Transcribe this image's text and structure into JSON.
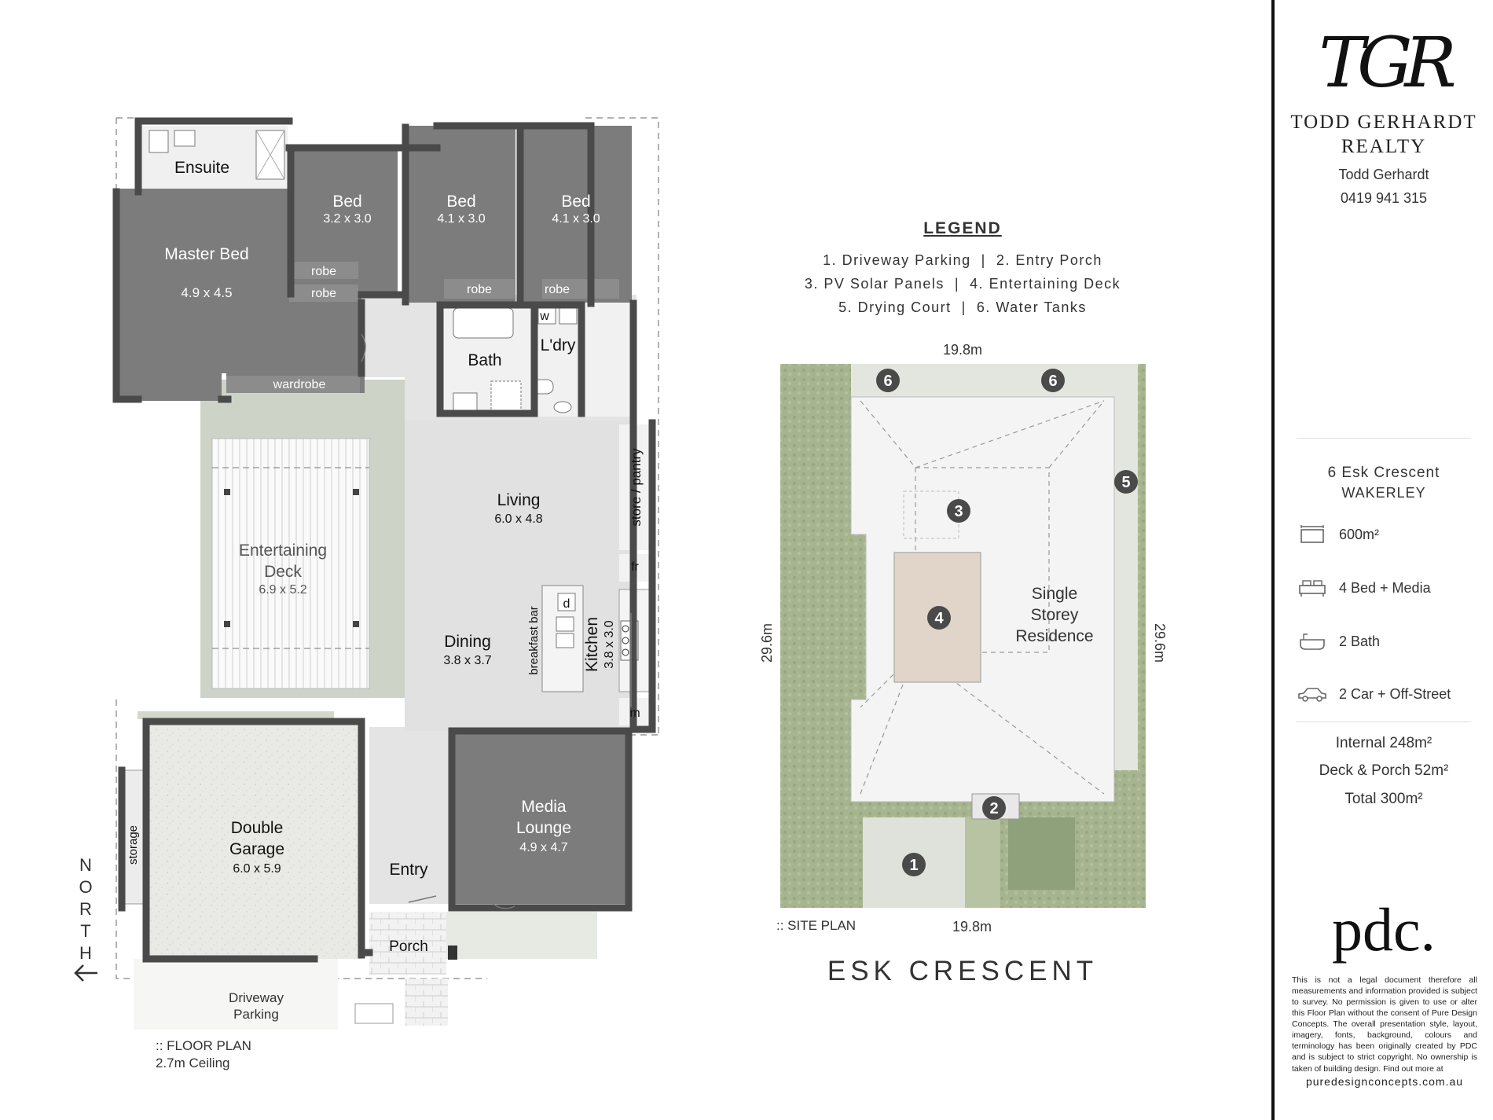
{
  "floor_plan": {
    "rooms": [
      {
        "name": "Ensuite",
        "size": ""
      },
      {
        "name": "Master Bed",
        "size": "4.9 x 4.5"
      },
      {
        "name": "Bed",
        "size": "3.2 x 3.0"
      },
      {
        "name": "Bed",
        "size": "4.1 x 3.0"
      },
      {
        "name": "Bed",
        "size": "4.1 x 3.0"
      },
      {
        "name": "Living",
        "size": "6.0 x 4.8"
      },
      {
        "name": "Entertaining Deck",
        "size": "6.9 x 5.2"
      },
      {
        "name": "Dining",
        "size": "3.8 x 3.7"
      },
      {
        "name": "Kitchen",
        "size": "3.8 x 3.0"
      },
      {
        "name": "Double Garage",
        "size": "6.0 x 5.9"
      },
      {
        "name": "Media Lounge",
        "size": "4.9 x 4.7"
      }
    ],
    "labels": {
      "robe": "robe",
      "wardrobe": "wardrobe",
      "bath": "Bath",
      "laundry": "L'dry",
      "w": "w",
      "store_pantry": "store / pantry",
      "fr": "fr",
      "d": "d",
      "breakfast_bar": "breakfast bar",
      "m": "m",
      "storage": "storage",
      "entry": "Entry",
      "porch": "Porch",
      "driveway": "Driveway Parking",
      "north": "NORTH"
    },
    "caption": ":: FLOOR PLAN",
    "ceiling": "2.7m Ceiling"
  },
  "legend": {
    "title": "LEGEND",
    "lines": [
      "1. Driveway Parking  |  2. Entry Porch",
      "3. PV Solar Panels  |  4. Entertaining Deck",
      "5. Drying Court  |  6. Water Tanks"
    ]
  },
  "site_plan": {
    "width_top": "19.8m",
    "width_bottom": "19.8m",
    "depth_left": "29.6m",
    "depth_right": "29.6m",
    "residence_label": "Single Storey Residence",
    "markers": [
      "1",
      "2",
      "3",
      "4",
      "5",
      "6",
      "6"
    ],
    "caption": ":: SITE PLAN",
    "street": "ESK CRESCENT"
  },
  "sidebar": {
    "logo": "TGR",
    "brand_line1": "TODD GERHARDT",
    "brand_line2": "REALTY",
    "agent_name": "Todd Gerhardt",
    "agent_phone": "0419 941 315",
    "address_line1": "6 Esk Crescent",
    "address_line2": "WAKERLEY",
    "features": [
      {
        "icon": "land-size-icon",
        "text": "600m²"
      },
      {
        "icon": "bed-icon",
        "text": "4 Bed + Media"
      },
      {
        "icon": "bath-icon",
        "text": "2 Bath"
      },
      {
        "icon": "car-icon",
        "text": "2 Car + Off-Street"
      }
    ],
    "areas": [
      "Internal 248m²",
      "Deck & Porch 52m²",
      "Total 300m²"
    ],
    "pdc_logo": "pdc.",
    "disclaimer": "This is not a legal document therefore all measurements and information provided is subject to survey. No permission is given to use or alter this Floor Plan without the consent of Pure Design Concepts. The overall presentation style, layout, imagery, fonts, background, colours and terminology has been originally created by PDC and is subject to strict copyright. No ownership is taken of building design. Find out more at",
    "website": "puredesignconcepts.com.au"
  }
}
